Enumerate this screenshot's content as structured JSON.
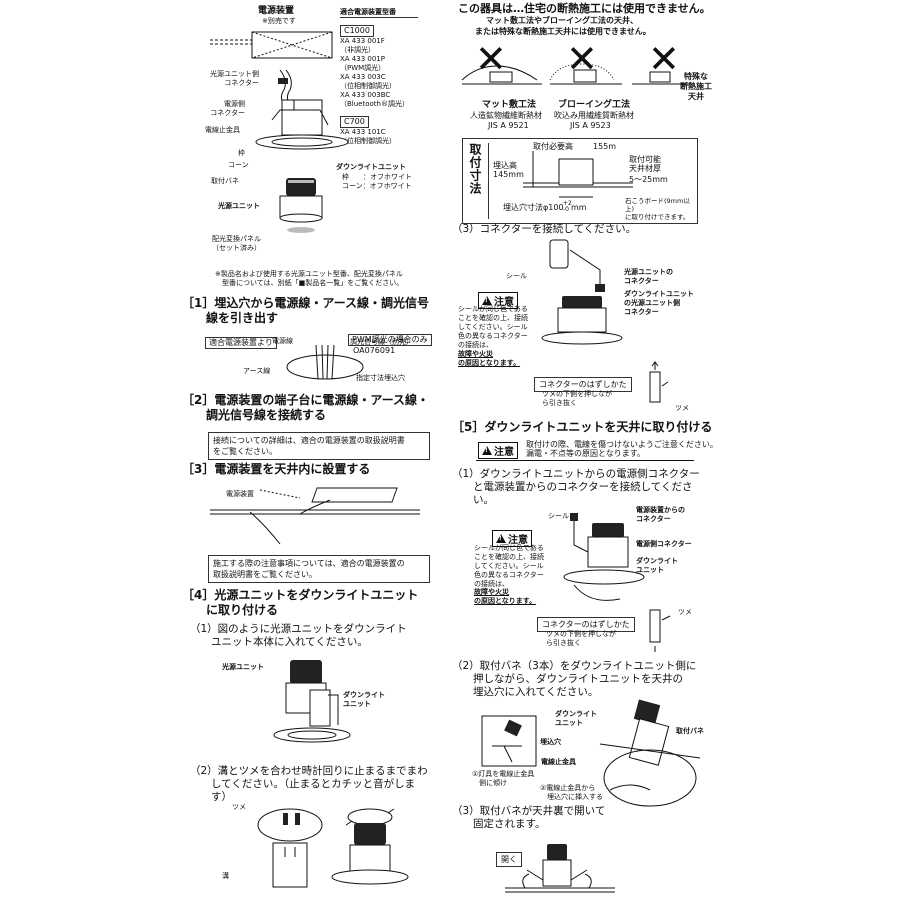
{
  "parts": {
    "power_supply": "電源装置",
    "sold_separately": "※別売です",
    "compat_title": "適合電源装置型番",
    "c1000": "C1000",
    "c1000_models": [
      "XA 433 001F",
      "（非調光）",
      "XA 433 001P",
      "（PWM調光）",
      "XA 433 003C",
      "（位相制御調光）",
      "XA 433 003BC",
      "（Bluetooth®調光）"
    ],
    "c700": "C700",
    "c700_models": [
      "XA 433 101C",
      "（位相制御調光）"
    ],
    "light_connector": "光源ユニット側\nコネクター",
    "power_connector": "電源側\nコネクター",
    "wire_clamp": "電線止金具",
    "frame": "枠",
    "cone": "コーン",
    "spring": "取付バネ",
    "downlight_unit": "ダウンライトユニット",
    "frame_color": "枠　　：オフホワイト",
    "cone_color": "コーン：オフホワイト",
    "light_unit": "光源ユニット",
    "panel": "配光変換パネル\n（セット済み）",
    "note": "※製品名および使用する光源ユニット型番、配光変換パネル\n　型番については、別紙「■製品名一覧」をご覧ください。"
  },
  "warning_top": {
    "title": "この器具は…住宅の断熱施工には使用できません。",
    "sub1": "マット敷工法やブローイング工法の天井、",
    "sub2": "または特殊な断熱施工天井には使用できません。",
    "mat_title": "マット敷工法",
    "mat_sub": "人造鉱物繊維断熱材",
    "mat_jis": "JIS A 9521",
    "blow_title": "ブローイング工法",
    "blow_sub": "吹込み用繊維質断熱材",
    "blow_jis": "JIS A 9523",
    "special": "特殊な\n断熱施工\n天井",
    "x_mark": "✕"
  },
  "dims": {
    "vlabel": "取付寸法",
    "required_height": "取付必要高",
    "required_value": "155m",
    "embed_height": "埋込高\n145mm",
    "ceiling_label": "取付可能\n天井材厚",
    "ceiling_value": "5～25mm",
    "hole": "埋込穴寸法φ100",
    "hole_tol": "+2\n-0",
    "hole_unit": "mm",
    "board_note": "石こうボード(9mm以上)\nに取り付けできます。"
  },
  "step1": {
    "title": "［1］埋込穴から電源線・アース線・調光信号\n　　線を引き出す",
    "pwm_tag": "PWM調光の場合のみ",
    "signal": "調光信号線（別売）",
    "signal_model": "OA076091",
    "supply_tag": "適合電源装置より",
    "power_wire": "電源線",
    "earth": "アース線",
    "hole_label": "指定寸法埋込穴"
  },
  "step2": {
    "title": "［2］電源装置の端子台に電源線・アース線・\n　　調光信号線を接続する",
    "box": "接続についての詳細は、適合の電源装置の取扱説明書\nをご覧ください。"
  },
  "step3": {
    "title": "［3］電源装置を天井内に設置する",
    "label": "電源装置",
    "box": "施工する際の注意事項については、適合の電源装置の\n取扱説明書をご覧ください。"
  },
  "step4": {
    "title": "［4］光源ユニットをダウンライトユニット\n　　に取り付ける",
    "s1": "（1）図のように光源ユニットをダウンライト\n　　ユニット本体に入れてください。",
    "light_unit": "光源ユニット",
    "downlight": "ダウンライト\nユニット",
    "s2": "（2）溝とツメを合わせ時計回りに止まるまでまわ\n　　してください。（止まるとカチッと音がしま\n　　す）",
    "tab": "ツメ",
    "groove": "溝"
  },
  "step3c": {
    "title": "（3）コネクターを接続してください。",
    "seal": "シール",
    "light_conn": "光源ユニットの\nコネクター",
    "dl_conn": "ダウンライトユニット\nの光源ユニット側\nコネクター",
    "caution": "注意",
    "warn_text": "シールが同じ色である\nことを確認の上、接続\nしてください。シール\n色の異なるコネクター\nの接続は、",
    "warn_bold": "故障や火災\nの原因となります。",
    "how_remove": "コネクターのはずしかた",
    "how_text": "ツメの下側を押しなが\nら引き抜く",
    "tab": "ツメ"
  },
  "step5": {
    "title": "［5］ダウンライトユニットを天井に取り付ける",
    "caution": "注意",
    "caution_text": "取付けの際、電線を傷つけないようご注意ください。\n漏電・不点等の原因となります。",
    "s1": "（1）ダウンライトユニットからの電源側コネクター\n　　と電源装置からのコネクターを接続してくださ\n　　い。",
    "seal": "シール",
    "from_supply": "電源装置からの\nコネクター",
    "power_conn": "電源側コネクター",
    "dl_unit": "ダウンライト\nユニット",
    "warn_text": "シールが同じ色である\nことを確認の上、接続\nしてください。シール\n色の異なるコネクター\nの接続は、",
    "warn_bold": "故障や火災\nの原因となります。",
    "how_remove": "コネクターのはずしかた",
    "how_text": "ツメの下側を押しなが\nら引き抜く",
    "tab": "ツメ",
    "s2": "（2）取付バネ（3本）をダウンライトユニット側に\n　　押しながら、ダウンライトユニットを天井の\n　　埋込穴に入れてください。",
    "dl_unit2": "ダウンライト\nユニット",
    "hole": "埋込穴",
    "spring": "取付バネ",
    "clamp": "電線止金具",
    "step_a": "①灯具を電線止金具\n　側に傾け",
    "step_b": "②電線止金具から\n　埋込穴に挿入する",
    "s3": "（3）取付バネが天井裏で開いて\n　　固定されます。",
    "open": "開く"
  }
}
